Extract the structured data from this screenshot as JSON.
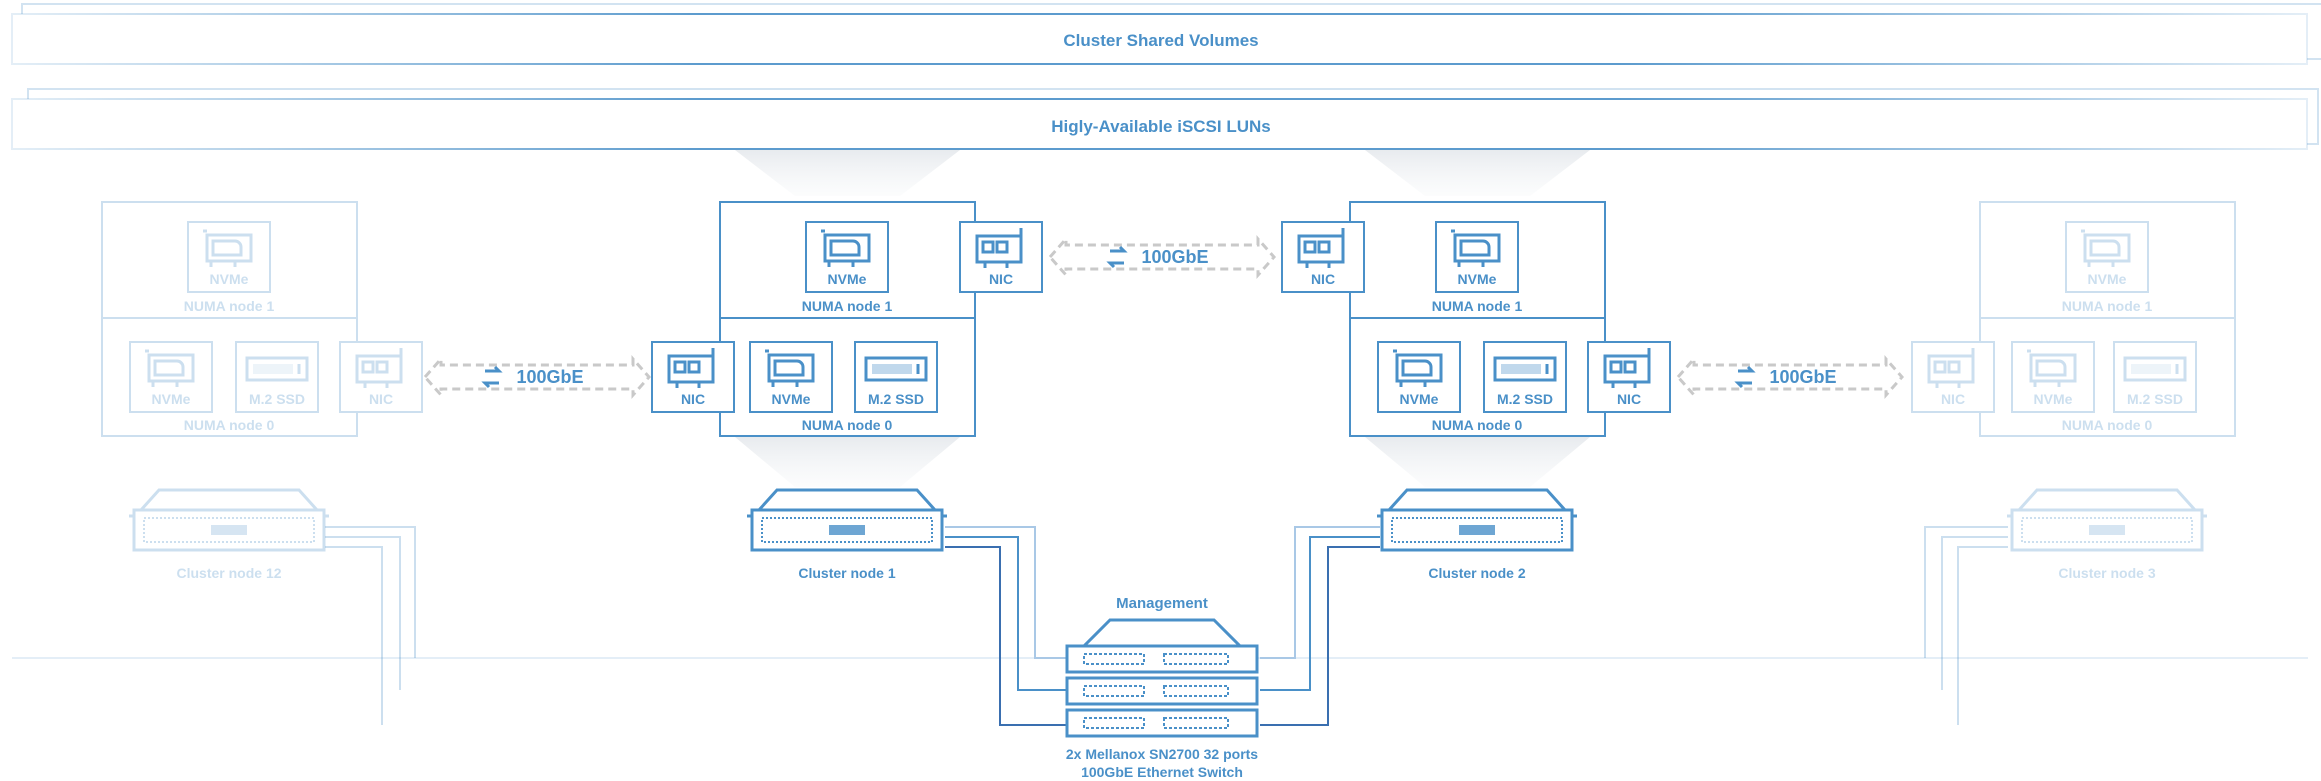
{
  "banners": {
    "csv": "Cluster Shared Volumes",
    "iscsi": "Higly-Available iSCSI LUNs"
  },
  "nodes": {
    "node1": {
      "numa1_label": "NUMA node 1",
      "numa0_label": "NUMA node 0",
      "nvme_top": "NVMe",
      "nic_top": "NIC",
      "nic_bottom": "NIC",
      "nvme_bottom": "NVMe",
      "m2_bottom": "M.2 SSD",
      "server_label": "Cluster node 1"
    },
    "node2": {
      "numa1_label": "NUMA node 1",
      "numa0_label": "NUMA node 0",
      "nvme_top": "NVMe",
      "nic_top": "NIC",
      "nic_bottom": "NIC",
      "nvme_bottom": "NVMe",
      "m2_bottom": "M.2 SSD",
      "server_label": "Cluster node 2"
    },
    "node12": {
      "numa1_label": "NUMA node 1",
      "numa0_label": "NUMA node 0",
      "nvme_top": "NVMe",
      "nic": "NIC",
      "nvme_bottom": "NVMe",
      "m2_bottom": "M.2 SSD",
      "server_label": "Cluster node 12"
    },
    "node3": {
      "numa1_label": "NUMA node 1",
      "numa0_label": "NUMA node 0",
      "nvme_top": "NVMe",
      "nic": "NIC",
      "nvme_bottom": "NVMe",
      "m2_bottom": "M.2 SSD",
      "server_label": "Cluster node 3"
    }
  },
  "links": {
    "center": "100GbE",
    "left": "100GbE",
    "right": "100GbE"
  },
  "switch": {
    "management_label": "Management",
    "caption_line1": "2x Mellanox SN2700 32 ports",
    "caption_line2": "100GbE Ethernet Switch"
  },
  "colors": {
    "accent": "#4a90c8",
    "dark_line": "#3a6fb0",
    "light_line": "#a9c8e6"
  }
}
